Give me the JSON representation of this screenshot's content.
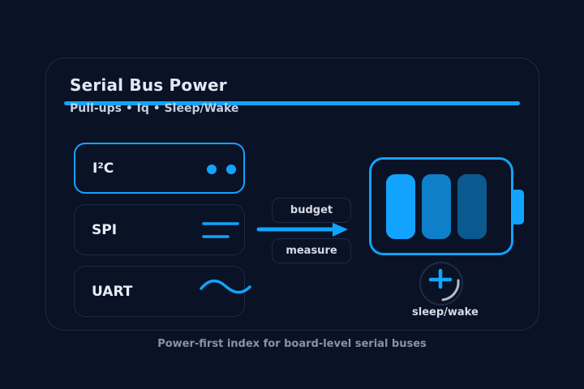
{
  "header": {
    "title": "Serial Bus Power",
    "subtitle": "Pull-ups • Iq • Sleep/Wake"
  },
  "buses": [
    {
      "label": "I²C",
      "icon": "two-dots-icon",
      "active": true
    },
    {
      "label": "SPI",
      "icon": "parallel-lines-icon",
      "active": false
    },
    {
      "label": "UART",
      "icon": "sine-wave-icon",
      "active": false
    }
  ],
  "flow": {
    "top_label": "budget",
    "bottom_label": "measure"
  },
  "battery": {
    "cells": 3,
    "cell_colors": [
      "#12a3ff",
      "#0e7fc8",
      "#0a5a90"
    ],
    "outline_color": "#12a3ff"
  },
  "sleep_wake": {
    "label": "sleep/wake",
    "icon": "plus-icon"
  },
  "footer": {
    "caption": "Power-first index for board-level serial buses"
  },
  "colors": {
    "background": "#0a1226",
    "accent": "#12a3ff",
    "border": "#1f2b45",
    "text": "#e3e8f2",
    "muted": "#8793a8"
  }
}
